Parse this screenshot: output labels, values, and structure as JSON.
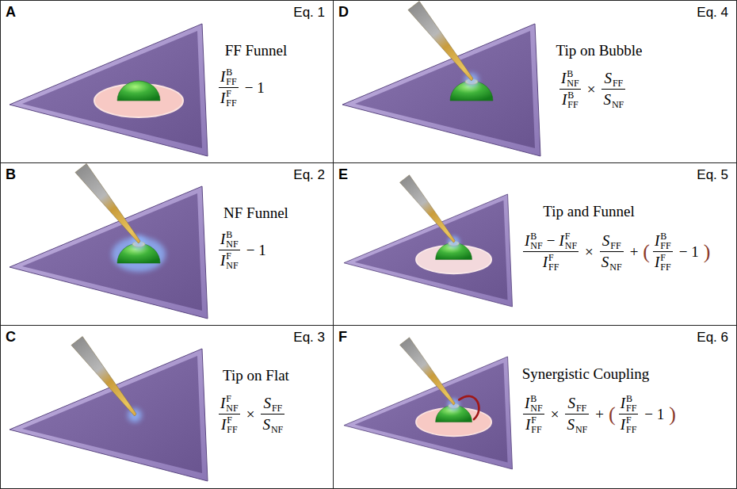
{
  "diagram": {
    "nodes": [
      {
        "text": [
          "A",
          "Eq. 1",
          "FF Funnel",
          "I",
          "B",
          "FF",
          "I",
          "F",
          "FF",
          "− 1"
        ]
      },
      {
        "text": [
          "B",
          "Eq. 2",
          "NF Funnel",
          "I",
          "B",
          "NF",
          "I",
          "F",
          "NF",
          "− 1"
        ]
      },
      {
        "text": [
          "C",
          "Eq. 3",
          "Tip on Flat",
          "I",
          "F",
          "NF",
          "I",
          "F",
          "FF",
          "×",
          "S",
          "FF",
          "S",
          "NF"
        ]
      },
      {
        "text": [
          "D",
          "Eq. 4",
          "Tip on Bubble",
          "I",
          "B",
          "NF",
          "I",
          "B",
          "FF",
          "×",
          "S",
          "FF",
          "S",
          "NF"
        ]
      },
      {
        "text": [
          "E",
          "Eq. 5",
          "Tip and Funnel",
          "I",
          "B",
          "NF",
          "−",
          "I",
          "F",
          "NF",
          "I",
          "F",
          "FF",
          "×",
          "S",
          "FF",
          "S",
          "NF",
          "+",
          "(",
          "I",
          "B",
          "FF",
          "I",
          "F",
          "FF",
          "− 1",
          ")"
        ]
      },
      {
        "text": [
          "F",
          "Eq. 6",
          "Synergistic Coupling",
          "I",
          "B",
          "NF",
          "I",
          "F",
          "FF",
          "×",
          "S",
          "FF",
          "S",
          "NF",
          "+",
          "(",
          "I",
          "B",
          "FF",
          "I",
          "F",
          "FF",
          "− 1",
          ")"
        ]
      }
    ]
  }
}
